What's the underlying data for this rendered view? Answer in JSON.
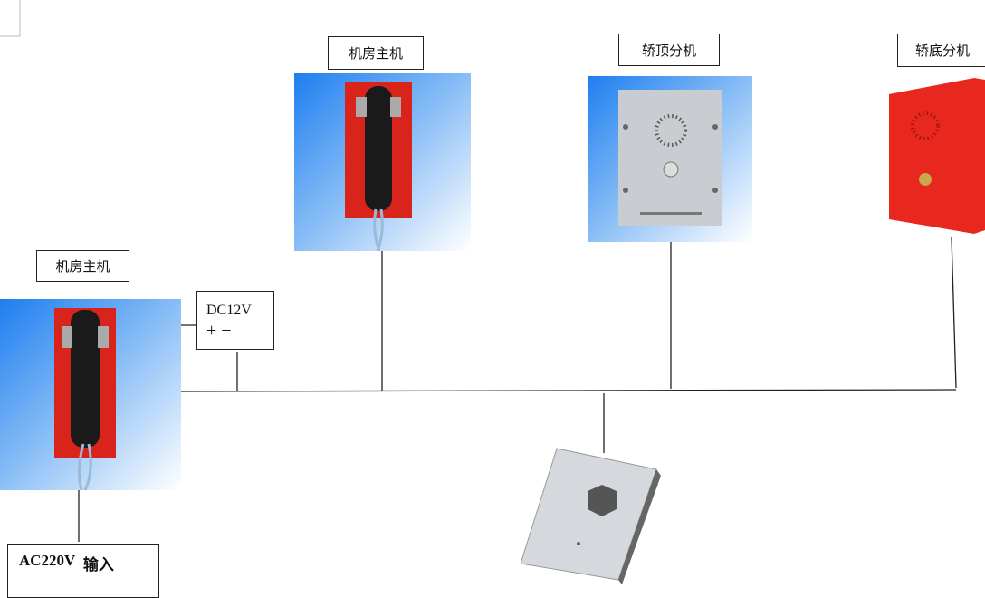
{
  "labels": {
    "machine_room_top": "机房主机",
    "car_top": "轿顶分机",
    "car_bottom": "轿底分机",
    "machine_room_left": "机房主机",
    "dc_power": "DC12V",
    "dc_polarity": "+ −",
    "ac_input_voltage": "AC220V",
    "ac_input_word": "输入"
  },
  "colors": {
    "phone_panel": "#d9241c",
    "handset": "#1a1a1a",
    "background_gradient": "#1e7ef0",
    "wire": "#222222",
    "steel": "#c9ccd0",
    "red_box": "#e8281e"
  }
}
